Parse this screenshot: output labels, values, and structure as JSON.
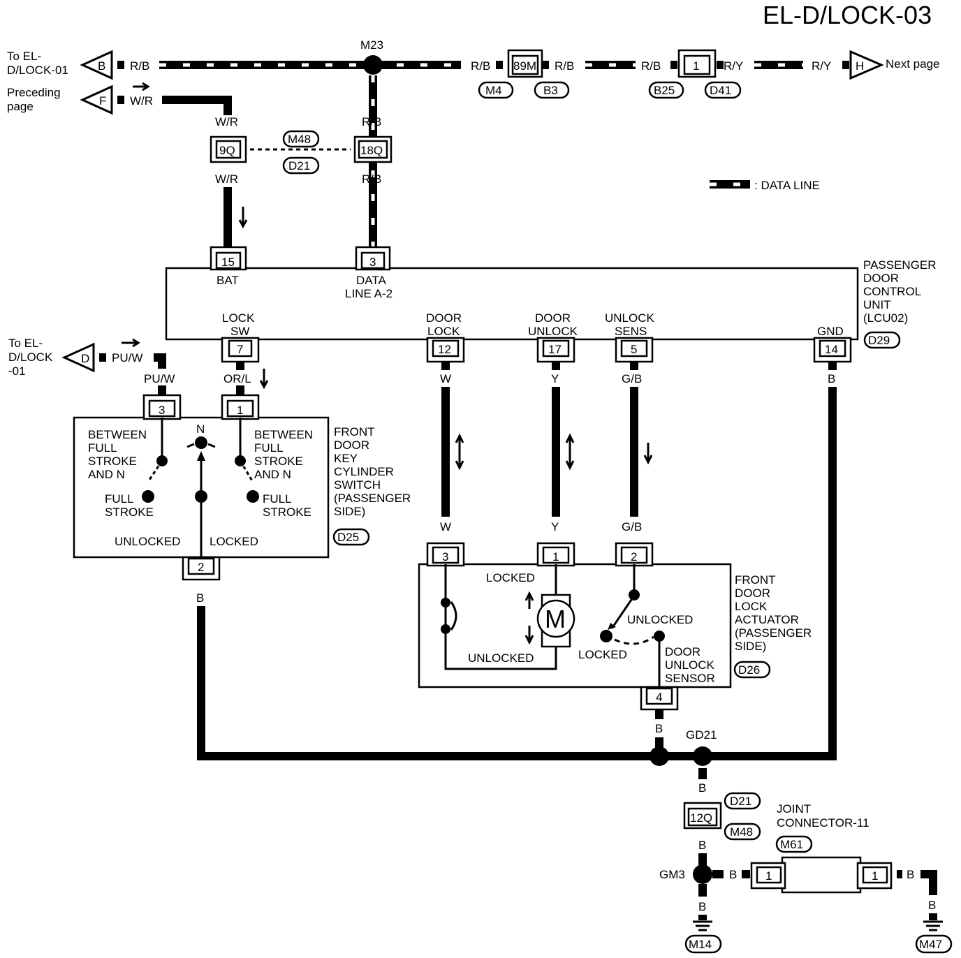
{
  "title": "EL-D/LOCK-03",
  "legend": {
    "data_line": ": DATA LINE"
  },
  "left_refs": {
    "to_lock01_top": [
      "To EL-",
      "D/LOCK-01"
    ],
    "preceding": [
      "Preceding",
      "page"
    ],
    "to_lock01_mid": [
      "To EL-",
      "D/LOCK",
      "-01"
    ],
    "next_page": "Next page"
  },
  "nodes": {
    "b": "B",
    "f": "F",
    "d": "D",
    "h": "H"
  },
  "splices": {
    "m23": "M23",
    "gd21": "GD21",
    "gm3": "GM3"
  },
  "wires": {
    "rb": "R/B",
    "wr": "W/R",
    "ry": "R/Y",
    "puw": "PU/W",
    "orl": "OR/L",
    "w": "W",
    "y": "Y",
    "gb": "G/B",
    "b": "B"
  },
  "connectors": {
    "c89m": "89M",
    "c1": "1",
    "c9q": "9Q",
    "c18q": "18Q",
    "c12q": "12Q",
    "m4": "M4",
    "b3": "B3",
    "b25": "B25",
    "d41": "D41",
    "m48": "M48",
    "d21": "D21",
    "d29": "D29",
    "d25": "D25",
    "d26": "D26",
    "m61": "M61",
    "m14": "M14",
    "m47": "M47"
  },
  "pins": {
    "p15": "15",
    "p3": "3",
    "p7": "7",
    "p12": "12",
    "p17": "17",
    "p5": "5",
    "p14": "14",
    "p1": "1",
    "p2": "2",
    "p4": "4"
  },
  "lcu": {
    "name": [
      "PASSENGER",
      "DOOR",
      "CONTROL",
      "UNIT",
      "(LCU02)"
    ],
    "bat": "BAT",
    "data_line": [
      "DATA",
      "LINE A-2"
    ],
    "lock_sw": [
      "LOCK",
      "SW"
    ],
    "door_lock": [
      "DOOR",
      "LOCK"
    ],
    "door_unlock": [
      "DOOR",
      "UNLOCK"
    ],
    "unlock_sens": [
      "UNLOCK",
      "SENS"
    ],
    "gnd": "GND"
  },
  "key_switch": {
    "name": [
      "FRONT",
      "DOOR",
      "KEY",
      "CYLINDER",
      "SWITCH",
      "(PASSENGER",
      " SIDE)"
    ],
    "between_left": [
      "BETWEEN",
      "FULL",
      "STROKE",
      "AND N"
    ],
    "between_right": [
      "BETWEEN",
      "FULL",
      "STROKE",
      "AND N"
    ],
    "n": "N",
    "full_left": [
      "FULL",
      "STROKE"
    ],
    "full_right": [
      "FULL",
      "STROKE"
    ],
    "unlocked": "UNLOCKED",
    "locked": "LOCKED"
  },
  "actuator": {
    "name": [
      "FRONT",
      "DOOR",
      "LOCK",
      "ACTUATOR",
      "(PASSENGER",
      " SIDE)"
    ],
    "locked_top": "LOCKED",
    "unlocked_bottom": "UNLOCKED",
    "motor": "M",
    "unlocked_sw": "UNLOCKED",
    "locked_sw": "LOCKED",
    "sensor": [
      "DOOR",
      "UNLOCK",
      "SENSOR"
    ]
  },
  "joint": {
    "name": [
      "JOINT",
      "CONNECTOR-11"
    ]
  }
}
